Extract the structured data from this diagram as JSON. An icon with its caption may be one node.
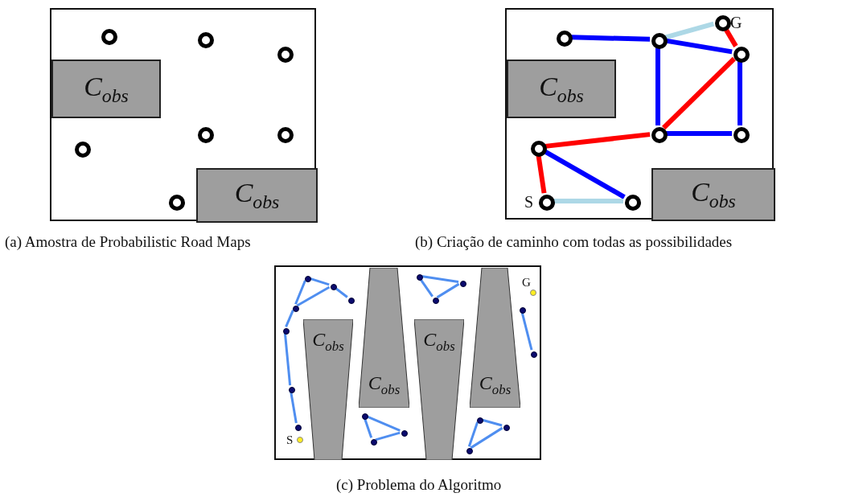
{
  "diagram": {
    "nodes": [
      {
        "text": [],
        "shape": "box",
        "beside": [
          "(a) Amostra de Probabilistic Road Maps"
        ]
      },
      {
        "text": [
          "C$_{obs}$"
        ],
        "in": 0
      },
      {
        "text": [
          "C$_{obs}$"
        ],
        "in": 0
      },
      {
        "text": [],
        "shape": "circle",
        "in": 0
      },
      {
        "text": [],
        "shape": "circle",
        "in": 0
      },
      {
        "text": [],
        "shape": "circle",
        "in": 0
      },
      {
        "text": [],
        "shape": "circle",
        "in": 0
      },
      {
        "text": [],
        "shape": "circle",
        "in": 0
      },
      {
        "text": [],
        "shape": "circle",
        "in": 0
      },
      {
        "text": [],
        "shape": "circle",
        "in": 0
      },
      {
        "text": [],
        "shape": "box",
        "beside": [
          "(b) Criação de caminho com todas as possibilidades"
        ]
      },
      {
        "text": [
          "C$_{obs}$"
        ],
        "in": 10
      },
      {
        "text": [
          "C$_{obs}$"
        ],
        "in": 10
      },
      {
        "text": [],
        "shape": "circle",
        "in": 10,
        "beside": [
          "G"
        ]
      },
      {
        "text": [],
        "shape": "circle",
        "in": 10
      },
      {
        "text": [],
        "shape": "circle",
        "in": 10
      },
      {
        "text": [],
        "shape": "circle",
        "in": 10
      },
      {
        "text": [],
        "shape": "circle",
        "in": 10
      },
      {
        "text": [],
        "shape": "circle",
        "in": 10
      },
      {
        "text": [],
        "shape": "circle",
        "in": 10
      },
      {
        "text": [],
        "shape": "circle",
        "in": 10,
        "beside": [
          "S"
        ]
      },
      {
        "text": [],
        "shape": "circle",
        "in": 10
      },
      {
        "text": [],
        "shape": "box",
        "beside": [
          "(c) Problema do Algoritmo"
        ]
      },
      {
        "text": [
          "C$_{obs}$"
        ],
        "in": 22
      },
      {
        "text": [
          "C$_{obs}$"
        ],
        "in": 22
      },
      {
        "text": [
          "C$_{obs}$"
        ],
        "in": 22
      },
      {
        "text": [
          "C$_{obs}$"
        ],
        "in": 22
      },
      {
        "text": [],
        "shape": "circle",
        "in": 22
      },
      {
        "text": [],
        "shape": "circle",
        "in": 22
      },
      {
        "text": [],
        "shape": "circle",
        "in": 22
      },
      {
        "text": [],
        "shape": "circle",
        "in": 22
      },
      {
        "text": [],
        "shape": "circle",
        "in": 22
      },
      {
        "text": [],
        "shape": "circle",
        "in": 22
      },
      {
        "text": [],
        "shape": "circle",
        "in": 22
      },
      {
        "text": [],
        "shape": "circle",
        "in": 22
      },
      {
        "text": [],
        "shape": "circle",
        "in": 22
      },
      {
        "text": [],
        "shape": "circle",
        "in": 22
      },
      {
        "text": [],
        "shape": "circle",
        "in": 22,
        "beside": [
          "G"
        ]
      },
      {
        "text": [],
        "shape": "circle",
        "in": 22
      },
      {
        "text": [],
        "shape": "circle",
        "in": 22
      },
      {
        "text": [],
        "shape": "circle",
        "in": 22
      },
      {
        "text": [],
        "shape": "circle",
        "in": 22
      },
      {
        "text": [],
        "shape": "circle",
        "in": 22
      },
      {
        "text": [],
        "shape": "circle",
        "in": 22
      },
      {
        "text": [],
        "shape": "circle",
        "in": 22
      },
      {
        "text": [],
        "shape": "circle",
        "in": 22
      },
      {
        "text": [],
        "shape": "circle",
        "in": 22,
        "beside": [
          "S"
        ]
      }
    ],
    "edges": [
      {
        "from": 14,
        "to": 15,
        "arrow": "none",
        "style": "thick",
        "color": "#0000ff"
      },
      {
        "from": 15,
        "to": 13,
        "arrow": "none",
        "style": "thick",
        "color": "#add8e6"
      },
      {
        "from": 15,
        "to": 16,
        "arrow": "none",
        "style": "thick",
        "color": "#0000ff"
      },
      {
        "from": 15,
        "to": 17,
        "arrow": "none",
        "style": "thick",
        "color": "#0000ff"
      },
      {
        "from": 16,
        "to": 18,
        "arrow": "none",
        "style": "thick",
        "color": "#0000ff"
      },
      {
        "from": 17,
        "to": 18,
        "arrow": "none",
        "style": "thick",
        "color": "#0000ff"
      },
      {
        "from": 19,
        "to": 21,
        "arrow": "none",
        "style": "thick",
        "color": "#0000ff"
      },
      {
        "from": 20,
        "to": 21,
        "arrow": "none",
        "style": "thick",
        "color": "#add8e6"
      },
      {
        "from": 20,
        "to": 19,
        "arrow": "none",
        "style": "thick",
        "color": "#ff0000"
      },
      {
        "from": 19,
        "to": 17,
        "arrow": "none",
        "style": "thick",
        "color": "#ff0000"
      },
      {
        "from": 17,
        "to": 16,
        "arrow": "none",
        "style": "thick",
        "color": "#ff0000"
      },
      {
        "from": 16,
        "to": 13,
        "arrow": "none",
        "style": "thick",
        "color": "#ff0000"
      },
      {
        "from": 27,
        "to": 28,
        "arrow": "none"
      },
      {
        "from": 28,
        "to": 29,
        "arrow": "none"
      },
      {
        "from": 28,
        "to": 30,
        "arrow": "none"
      },
      {
        "from": 30,
        "to": 27,
        "arrow": "none"
      },
      {
        "from": 30,
        "to": 31,
        "arrow": "none"
      },
      {
        "from": 31,
        "to": 32,
        "arrow": "none"
      },
      {
        "from": 32,
        "to": 33,
        "arrow": "none"
      },
      {
        "from": 34,
        "to": 35,
        "arrow": "none"
      },
      {
        "from": 35,
        "to": 36,
        "arrow": "none"
      },
      {
        "from": 36,
        "to": 34,
        "arrow": "none"
      },
      {
        "from": 38,
        "to": 39,
        "arrow": "none"
      },
      {
        "from": 40,
        "to": 41,
        "arrow": "none"
      },
      {
        "from": 41,
        "to": 42,
        "arrow": "none"
      },
      {
        "from": 42,
        "to": 40,
        "arrow": "none"
      },
      {
        "from": 43,
        "to": 44,
        "arrow": "none"
      },
      {
        "from": 44,
        "to": 45,
        "arrow": "none"
      },
      {
        "from": 45,
        "to": 43,
        "arrow": "none"
      }
    ]
  }
}
